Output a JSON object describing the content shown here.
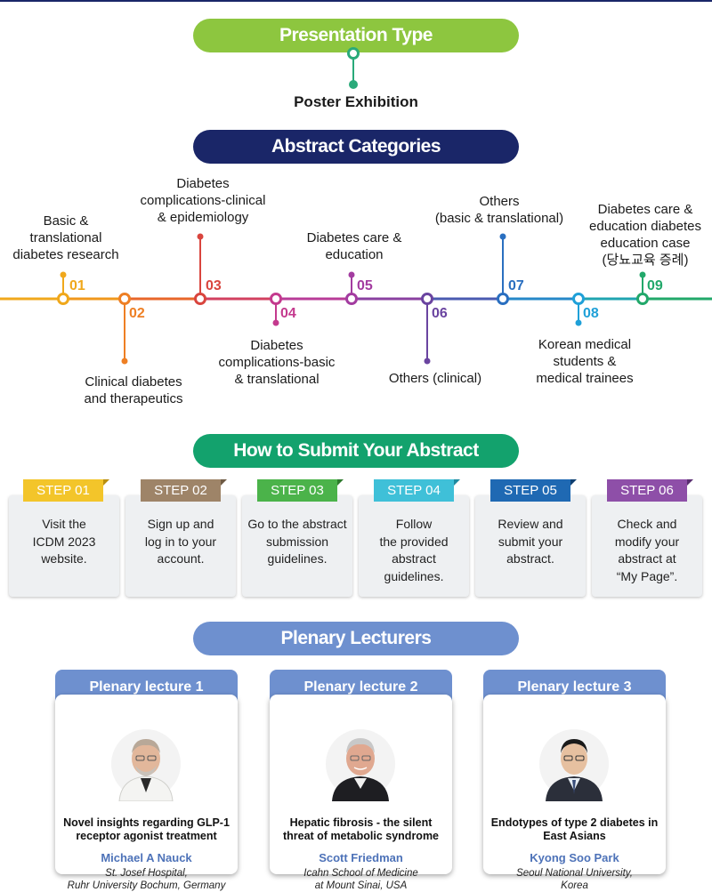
{
  "presentation": {
    "heading": "Presentation Type",
    "value": "Poster Exhibition"
  },
  "categories": {
    "heading": "Abstract Categories",
    "items": [
      {
        "num": "01",
        "label": "Basic &\ntranslational\ndiabetes research",
        "color": "#f0a81c"
      },
      {
        "num": "02",
        "label": "Clinical diabetes\nand therapeutics",
        "color": "#ee7f24"
      },
      {
        "num": "03",
        "label": "Diabetes\ncomplications-clinical\n& epidemiology",
        "color": "#d9453e"
      },
      {
        "num": "04",
        "label": "Diabetes\ncomplications-basic\n& translational",
        "color": "#c43a8e"
      },
      {
        "num": "05",
        "label": "Diabetes care &\neducation",
        "color": "#a33ca0"
      },
      {
        "num": "06",
        "label": "Others (clinical)",
        "color": "#6a44a0"
      },
      {
        "num": "07",
        "label": "Others\n(basic & translational)",
        "color": "#2a6fc0"
      },
      {
        "num": "08",
        "label": "Korean medical\nstudents &\nmedical trainees",
        "color": "#1fa0d8"
      },
      {
        "num": "09",
        "label": "Diabetes care &\neducation diabetes\neducation case\n(당뇨교육 증례)",
        "color": "#22a86a"
      }
    ]
  },
  "submit": {
    "heading": "How to Submit Your Abstract",
    "steps": [
      {
        "tag": "STEP 01",
        "text": "Visit the\nICDM 2023\nwebsite.",
        "color": "#f3c52a"
      },
      {
        "tag": "STEP 02",
        "text": "Sign up and\nlog in to your\naccount.",
        "color": "#9e8468"
      },
      {
        "tag": "STEP 03",
        "text": "Go to the abstract\nsubmission\nguidelines.",
        "color": "#4bb34a"
      },
      {
        "tag": "STEP 04",
        "text": "Follow\nthe provided\nabstract\nguidelines.",
        "color": "#3fc0d8"
      },
      {
        "tag": "STEP 05",
        "text": "Review and\nsubmit your\nabstract.",
        "color": "#1f69b3"
      },
      {
        "tag": "STEP 06",
        "text": "Check and\nmodify your\nabstract at\n“My Page”.",
        "color": "#8e4fa8"
      }
    ]
  },
  "plenary": {
    "heading": "Plenary Lecturers",
    "lectures": [
      {
        "head": "Plenary lecture 1",
        "title": "Novel insights regarding GLP-1\nreceptor agonist treatment",
        "name": "Michael A Nauck",
        "affiliation": "St. Josef Hospital,\nRuhr University Bochum, Germany"
      },
      {
        "head": "Plenary lecture 2",
        "title": "Hepatic fibrosis - the silent\nthreat of metabolic syndrome",
        "name": "Scott Friedman",
        "affiliation": "Icahn School of Medicine\nat Mount Sinai, USA"
      },
      {
        "head": "Plenary lecture 3",
        "title": "Endotypes of type 2 diabetes in\nEast Asians",
        "name": "Kyong Soo Park",
        "affiliation": "Seoul National University,\nKorea"
      }
    ]
  },
  "colors": {
    "presentation_pill": "#8dc63f",
    "categories_pill": "#1a2668",
    "submit_pill": "#13a26d",
    "plenary_pill": "#6e90cf",
    "lecture_head": "#6e90cf"
  }
}
